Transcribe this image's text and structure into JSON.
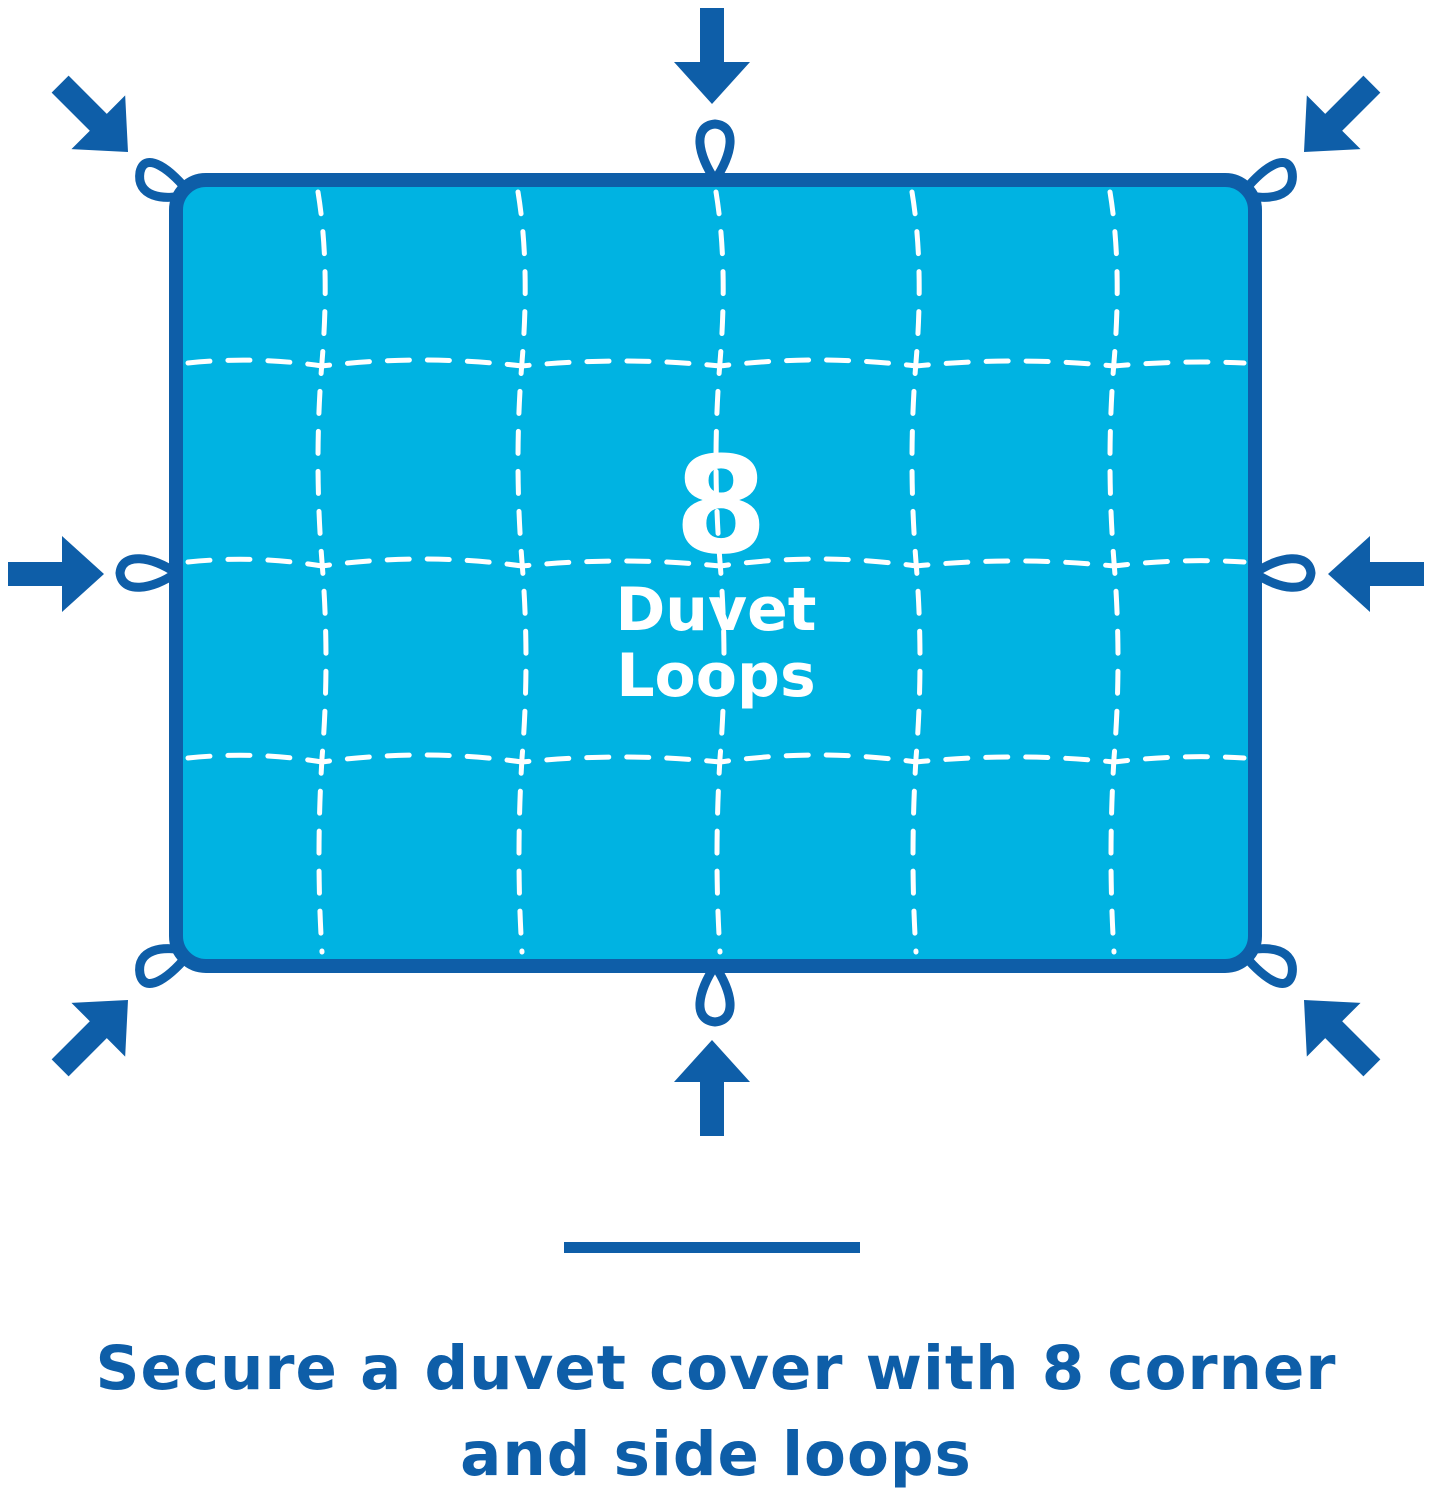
{
  "diagram": {
    "count_text": "8",
    "label_line1": "Duvet",
    "label_line2": "Loops",
    "colors": {
      "fabric": "#00b3e2",
      "border": "#0e5ea8",
      "stitch": "#ffffff",
      "arrow": "#0e5ea8"
    }
  },
  "caption": {
    "line1": "Secure a duvet cover with 8 corner",
    "line2": "and side loops"
  }
}
